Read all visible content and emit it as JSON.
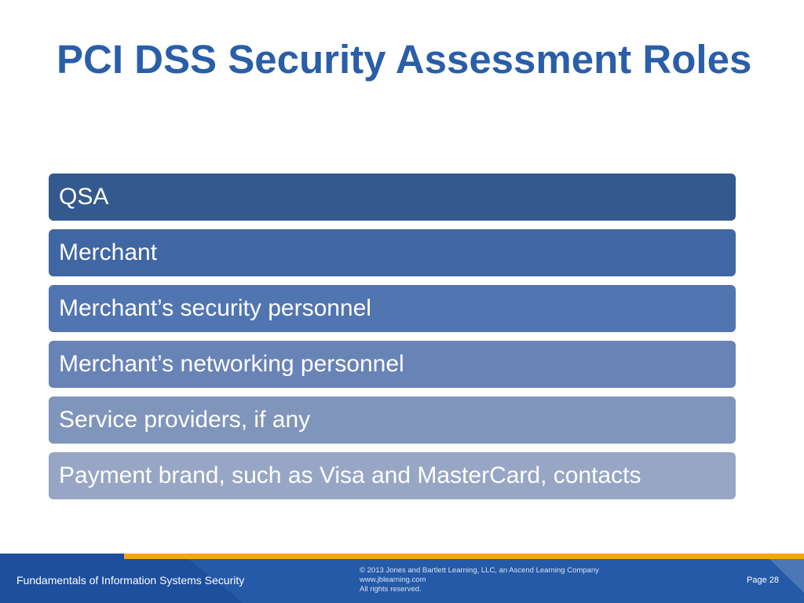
{
  "slide": {
    "title": "PCI DSS Security Assessment Roles",
    "items": [
      "QSA",
      "Merchant",
      "Merchant’s security personnel",
      "Merchant’s networking personnel",
      "Service providers, if any",
      "Payment brand, such as Visa and MasterCard, contacts"
    ]
  },
  "footer": {
    "course_title": "Fundamentals of Information Systems Security",
    "copyright_line1": "© 2013 Jones and Bartlett Learning, LLC, an Ascend Learning Company",
    "copyright_line2": "www.jblearning.com",
    "copyright_line3": "All rights reserved.",
    "page_label": "Page 28"
  },
  "colors": {
    "title": "#2a5ea8",
    "bars": [
      "#34598f",
      "#3f67a3",
      "#5175b1",
      "#6883b6",
      "#8095bb",
      "#97a6c5"
    ],
    "footer_band": "#1d4f9c",
    "footer_accent": "#f7a21c"
  }
}
